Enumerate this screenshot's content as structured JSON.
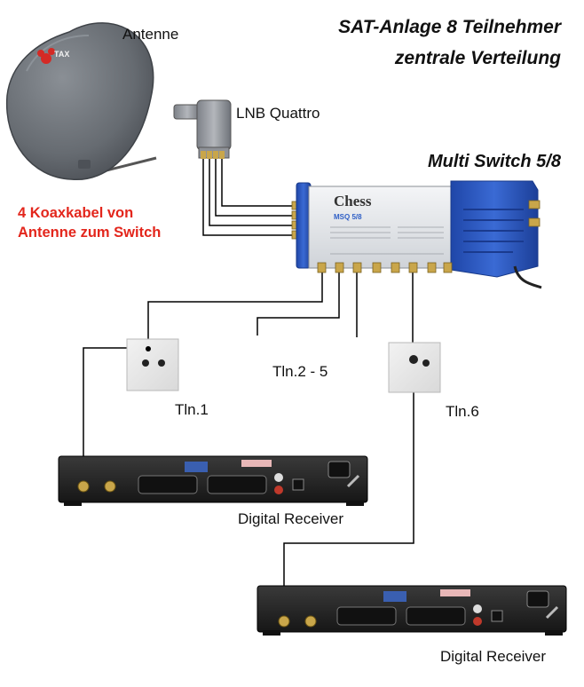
{
  "title": {
    "line1": "SAT-Anlage 8 Teilnehmer",
    "line2": "zentrale Verteilung"
  },
  "labels": {
    "antenna": "Antenne",
    "lnb": "LNB Quattro",
    "switch": "Multi Switch 5/8",
    "cables_line1": "4 Koaxkabel von",
    "cables_line2": "Antenne zum Switch",
    "tln1": "Tln.1",
    "tln2_5": "Tln.2 - 5",
    "tln6": "Tln.6",
    "receiver1": "Digital Receiver",
    "receiver2": "Digital Receiver"
  },
  "switch_face": {
    "brand": "Chess",
    "model": "MSQ 5/8"
  },
  "dish_logo": "TAX",
  "colors": {
    "cable": "#000000",
    "title_text": "#111111",
    "accent_red": "#e3261c",
    "switch_blue": "#2f5fc6",
    "dish_grey": "#6b7077",
    "receiver_body": "#2a2a2a"
  }
}
